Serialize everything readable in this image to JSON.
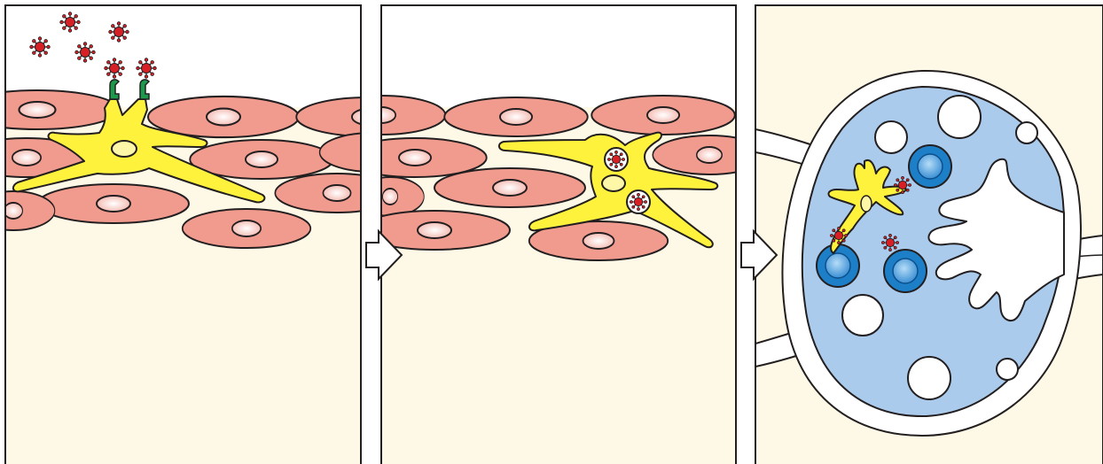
{
  "colors": {
    "tissue": "#fef9e6",
    "sky": "#ffffff",
    "epithelial_cell": "#f19b8e",
    "epithelial_nucleus": "#fde3de",
    "dendritic_cell": "#fff23d",
    "virus": "#d71f26",
    "receptor": "#1a9a4a",
    "lymph_node": "#abcbec",
    "lymphocyte_outer": "#1d7fc7",
    "lymphocyte_inner": "#62aee6",
    "outline": "#231f20",
    "arrow": "#ffffff"
  },
  "panels": [
    {
      "id": "panel-1",
      "stage": "virus-binding-at-epithelium"
    },
    {
      "id": "panel-2",
      "stage": "virus-internalized-by-dendritic-cell"
    },
    {
      "id": "panel-3",
      "stage": "antigen-presentation-in-lymph-node"
    }
  ],
  "icons": {
    "virus": "virus-icon",
    "receptor": "receptor-icon",
    "arrow": "right-arrow-icon"
  }
}
